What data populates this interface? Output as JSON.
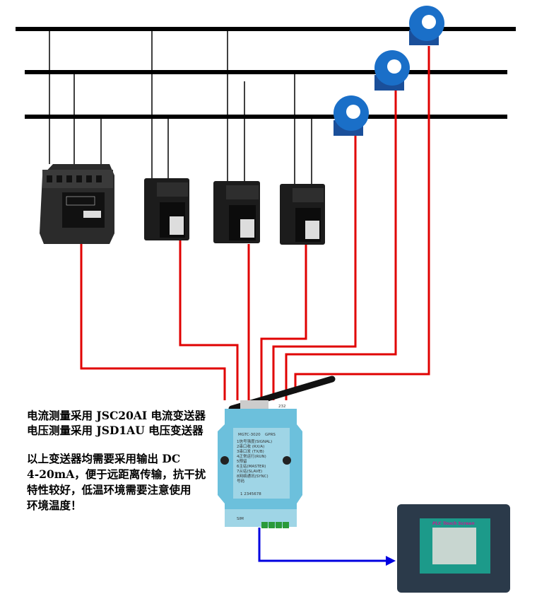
{
  "notes": {
    "line1_prefix": "电流测量采用",
    "line1_model": "JSC20AI",
    "line1_suffix": "电流变送器",
    "line2_prefix": "电压测量采用",
    "line2_model": "JSD1AU",
    "line2_suffix": "电压变送器",
    "para": [
      "以上变送器均需要采用输出 DC",
      "4-20mA，便于远距离传输，抗干扰",
      "特性较好，低温环境需要注意使用",
      "环境温度！"
    ]
  },
  "gprs_module": {
    "model": "MGTC-3020",
    "type": "GPRS",
    "indicators": [
      "1信号强度(SIGNAL)",
      "2串口收 (RX/A)",
      "3串口发 (TX/B)",
      "4正常运行(RUN)",
      "5预留",
      "6主站(MASTER)",
      "7从站(SLAVE)",
      "8网络通讯(SYNC)"
    ],
    "id_label": "号码",
    "dip_numbers": "1    2345678",
    "sim_label": "SIM",
    "port_label": "232"
  },
  "touch_screen": {
    "title": "PLC Touch Screen"
  },
  "colors": {
    "signal_wire": "#e00000",
    "output_wire": "#0000e0",
    "bus": "#000000",
    "module": "#6cc0dc",
    "ct": "#1a6fc8"
  }
}
